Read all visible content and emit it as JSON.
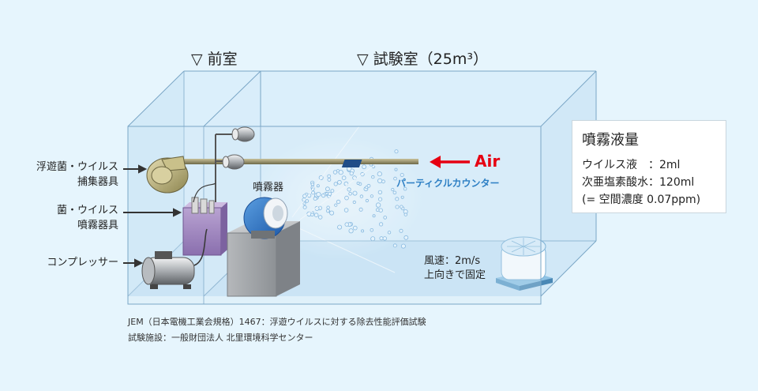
{
  "rooms": {
    "anteroom": "▽ 前室",
    "test_room": "▽ 試験室（25m³）"
  },
  "devices": {
    "collector": [
      "浮遊菌・ウイルス",
      "捕集器具"
    ],
    "sprayer_equipment": [
      "菌・ウイルス",
      "噴霧器具"
    ],
    "compressor": "コンプレッサー",
    "nebulizer": "噴霧器",
    "particle_counter": "パーティクルカウンター",
    "air": "Air",
    "fan": [
      "風速：2m/s",
      "上向きで固定"
    ]
  },
  "spray_volume": {
    "title": "噴霧液量",
    "rows": [
      "ウイルス液　：2ml",
      "次亜塩素酸水：120ml",
      "(= 空間濃度 0.07ppm)"
    ]
  },
  "notes": [
    "JEM（日本電機工業会規格）1467：浮遊ウイルスに対する除去性能評価試験",
    "試験施設：一般財団法人 北里環境科学センター"
  ],
  "colors": {
    "background": "#e6f5fd",
    "air_arrow": "#e60012",
    "counter_text": "#2d7fc4"
  }
}
